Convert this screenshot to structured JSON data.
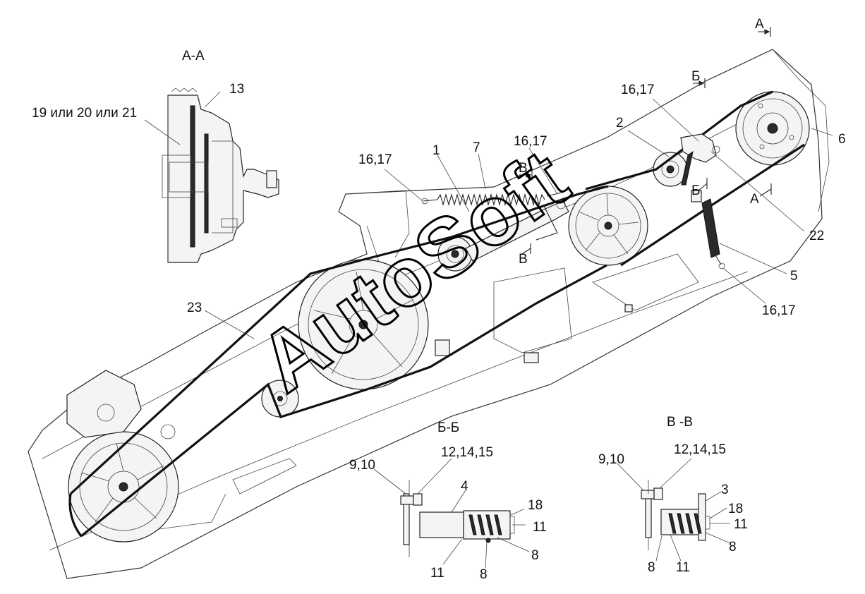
{
  "sections": {
    "aa": "А-А",
    "bb": "Б-Б",
    "vv": "В -В"
  },
  "markers": {
    "a_top": "А",
    "a_right": "А",
    "b_top": "Б",
    "b_mid": "Б",
    "v_top": "В",
    "v_mid": "В"
  },
  "callouts": {
    "c13": "13",
    "c19": "19 или 20 или 21",
    "c16_left": "16,17",
    "c1": "1",
    "c7": "7",
    "c16_mid": "16,17",
    "c16_top": "16,17",
    "c2": "2",
    "c6": "6",
    "c22": "22",
    "c5": "5",
    "c16_bottom": "16,17",
    "c23": "23"
  },
  "section_bb": {
    "c9": "9,10",
    "c12": "12,14,15",
    "c4": "4",
    "c18": "18",
    "c11a": "11",
    "c8a": "8",
    "c11b": "11",
    "c8b": "8"
  },
  "section_vv": {
    "c9": "9,10",
    "c12": "12,14,15",
    "c3": "3",
    "c18": "18",
    "c11a": "11",
    "c8a": "8",
    "c8b": "8",
    "c11b": "11"
  },
  "watermark": "AutoSoft"
}
